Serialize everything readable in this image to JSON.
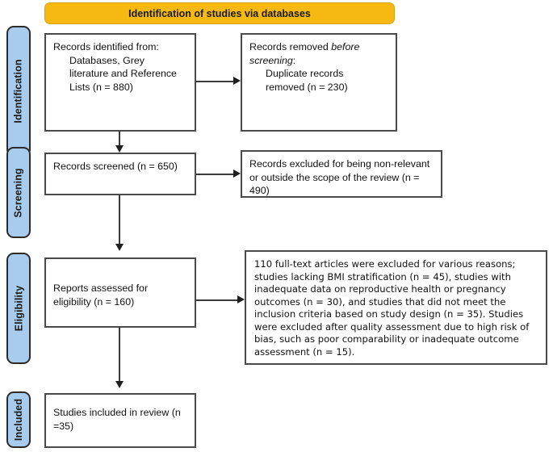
{
  "diagram": {
    "title": "Identification of studies via databases",
    "type": "PRISMA flow diagram",
    "phases": [
      {
        "id": "identification",
        "label": "Identification"
      },
      {
        "id": "screening",
        "label": "Screening"
      },
      {
        "id": "eligibility",
        "label": "Eligibility"
      },
      {
        "id": "included",
        "label": "Included"
      }
    ],
    "colors": {
      "banner_fill": "#f5b911",
      "phase_tab_fill": "#a8cced",
      "box_border": "#4a4a4a",
      "connector": "#3a3a3a"
    },
    "boxes": {
      "records_identified": {
        "line1": "Records identified from:",
        "line2": "Databases, Grey",
        "line3": "literature and Reference",
        "line4": "Lists (n = 880)"
      },
      "records_removed": {
        "lead": "Records removed ",
        "lead_italic": "before screening",
        "lead_end": ":",
        "detail1": "Duplicate records",
        "detail2": "removed (n = 230)"
      },
      "records_screened": {
        "text": "Records screened (n = 650)"
      },
      "records_excluded": {
        "text": "Records excluded for being non-relevant or outside the scope of the review (n = 490)"
      },
      "reports_assessed": {
        "text": "Reports assessed for eligibility (n = 160)"
      },
      "reports_excluded": {
        "text": "110 full-text articles were excluded for various reasons; studies lacking BMI stratification (n = 45), studies with inadequate data on reproductive health or pregnancy outcomes (n = 30), and studies that did not meet the inclusion criteria based on study design (n = 35). Studies were excluded after quality assessment due to high risk of bias, such as poor comparability or inadequate outcome assessment (n = 15)."
      },
      "studies_included": {
        "text": "Studies included in review (n =35)"
      }
    },
    "counts": {
      "identified": 880,
      "duplicates_removed": 230,
      "screened": 650,
      "screening_excluded": 490,
      "assessed": 160,
      "fulltext_excluded_total": 110,
      "excl_no_bmi_stratification": 45,
      "excl_inadequate_repro_data": 30,
      "excl_study_design": 35,
      "excl_quality_bias": 15,
      "included": 35
    }
  }
}
